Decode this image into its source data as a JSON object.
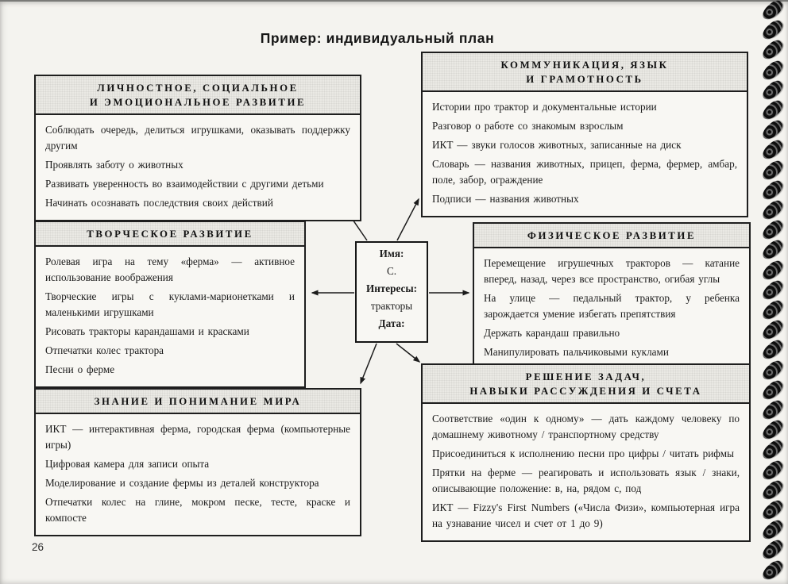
{
  "page": {
    "title": "Пример: индивидуальный план",
    "page_number": "26"
  },
  "center_card": {
    "name_label": "Имя:",
    "name_value": "С.",
    "interests_label": "Интересы:",
    "interests_value": "тракторы",
    "date_label": "Дата:"
  },
  "boxes": {
    "personal": {
      "title_lines": [
        "ЛИЧНОСТНОЕ, СОЦИАЛЬНОЕ",
        "И ЭМОЦИОНАЛЬНОЕ РАЗВИТИЕ"
      ],
      "items": [
        "Соблюдать очередь, делиться игрушками, оказывать поддержку другим",
        "Проявлять заботу о животных",
        "Развивать уверенность во взаимодействии с другими детьми",
        "Начинать осознавать последствия своих действий"
      ]
    },
    "communication": {
      "title_lines": [
        "КОММУНИКАЦИЯ, ЯЗЫК",
        "И ГРАМОТНОСТЬ"
      ],
      "items": [
        "Истории про трактор и документальные истории",
        "Разговор о работе со знакомым взрослым",
        "ИКТ — звуки голосов животных, записанные на диск",
        "Словарь — названия животных, прицеп, ферма, фермер, амбар, поле, забор, ограждение",
        "Подписи — названия животных"
      ]
    },
    "creative": {
      "title_lines": [
        "ТВОРЧЕСКОЕ РАЗВИТИЕ"
      ],
      "items": [
        "Ролевая игра на тему «ферма» — активное использование воображения",
        "Творческие игры с куклами-марионетками и маленькими игрушками",
        "Рисовать тракторы карандашами и красками",
        "Отпечатки колес трактора",
        "Песни о ферме"
      ]
    },
    "physical": {
      "title_lines": [
        "ФИЗИЧЕСКОЕ РАЗВИТИЕ"
      ],
      "items": [
        "Перемещение игрушечных тракторов — катание вперед, назад, через все пространство, огибая углы",
        "На улице — педальный трактор, у ребенка зарождается умение избегать препятствия",
        "Держать карандаш правильно",
        "Манипулировать пальчиковыми куклами"
      ]
    },
    "knowledge": {
      "title_lines": [
        "ЗНАНИЕ И ПОНИМАНИЕ МИРА"
      ],
      "items": [
        "ИКТ — интерактивная ферма, городская ферма (компьютерные игры)",
        "Цифровая камера для записи опыта",
        "Моделирование и создание фермы из деталей конструктора",
        "Отпечатки колес на глине, мокром песке, тесте, краске и компосте"
      ]
    },
    "problem_solving": {
      "title_lines": [
        "РЕШЕНИЕ ЗАДАЧ,",
        "НАВЫКИ РАССУЖДЕНИЯ И СЧЕТА"
      ],
      "items": [
        "Соответствие «один к одному» — дать каждому человеку по домашнему животному / транспортному средству",
        "Присоединиться к исполнению песни про цифры / читать рифмы",
        "Прятки на ферме — реагировать и использовать язык / знаки, описывающие положение: в, на, рядом с, под",
        "ИКТ — Fizzy's First Numbers («Числа Физи», компьютерная игра на узнавание чисел и счет от 1 до 9)"
      ]
    }
  },
  "colors": {
    "ink": "#1e1e1e",
    "header_fill": "#eae9e4",
    "page_background": "#f4f3ef"
  }
}
